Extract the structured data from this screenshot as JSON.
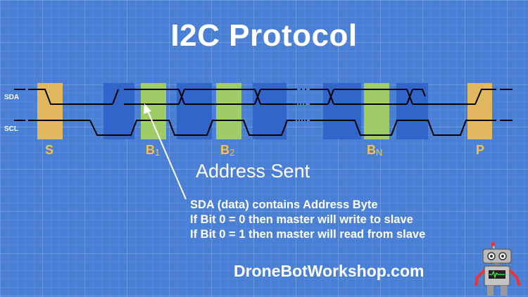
{
  "title": "I2C Protocol",
  "signals": {
    "sda": "SDA",
    "scl": "SCL"
  },
  "markers": {
    "start": "S",
    "b1": {
      "main": "B",
      "sub": "1"
    },
    "b2": {
      "main": "B",
      "sub": "2"
    },
    "bn": {
      "main": "B",
      "sub": "N"
    },
    "stop": "P"
  },
  "annotation": {
    "heading": "Address Sent",
    "lines": [
      "SDA (data) contains Address Byte",
      "If Bit 0 = 0 then master will write to slave",
      "If Bit 0 = 1 then master will read from slave"
    ]
  },
  "brand": "DroneBotWorkshop.com",
  "colors": {
    "background": "#4a7fd6",
    "bit_window": "#2f63c9",
    "sample_bar": "#9fcc66",
    "start_stop": "#e1b760",
    "marker_text": "#f5c442",
    "signal": "#000000",
    "text": "#ffffff"
  },
  "icons": {
    "mascot": "robot-icon"
  }
}
